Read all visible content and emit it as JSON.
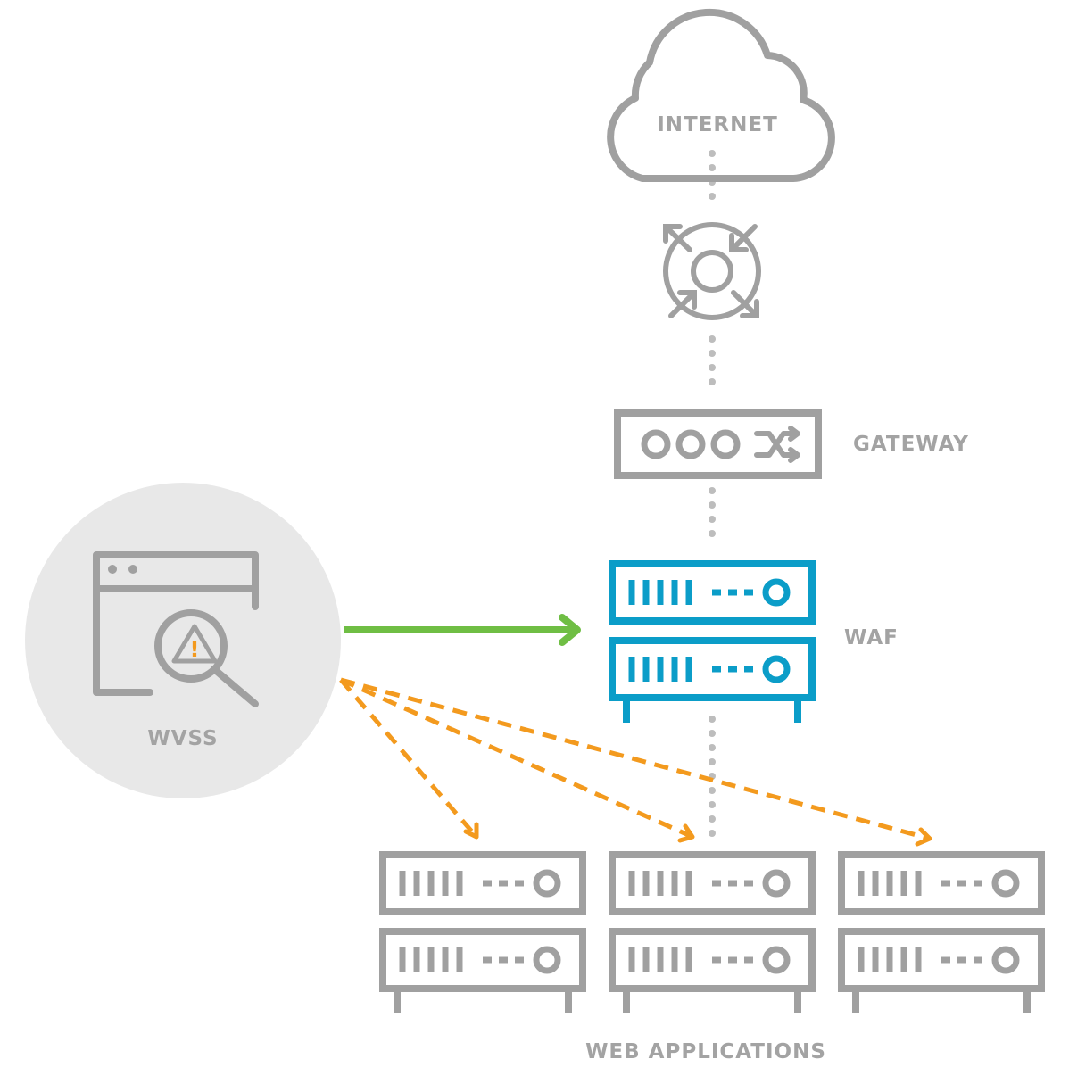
{
  "labels": {
    "internet": "INTERNET",
    "gateway": "GATEWAY",
    "waf": "WAF",
    "wvss": "WVSS",
    "web_applications": "WEB APPLICATIONS"
  },
  "nodes": [
    {
      "id": "internet",
      "icon": "cloud-icon"
    },
    {
      "id": "router",
      "icon": "router-icon"
    },
    {
      "id": "gateway",
      "icon": "gateway-switch-icon"
    },
    {
      "id": "waf",
      "icon": "server-rack-icon"
    },
    {
      "id": "wvss",
      "icon": "browser-scan-warning-icon"
    },
    {
      "id": "web-app-1",
      "icon": "server-rack-icon"
    },
    {
      "id": "web-app-2",
      "icon": "server-rack-icon"
    },
    {
      "id": "web-app-3",
      "icon": "server-rack-icon"
    }
  ],
  "edges": [
    {
      "from": "internet",
      "to": "router",
      "style": "dotted"
    },
    {
      "from": "router",
      "to": "gateway",
      "style": "dotted"
    },
    {
      "from": "gateway",
      "to": "waf",
      "style": "dotted"
    },
    {
      "from": "waf",
      "to": "web-app-2",
      "style": "dotted"
    },
    {
      "from": "wvss",
      "to": "waf",
      "style": "solid-arrow"
    },
    {
      "from": "wvss",
      "to": "web-app-1",
      "style": "dashed-arrow"
    },
    {
      "from": "wvss",
      "to": "web-app-2",
      "style": "dashed-arrow"
    },
    {
      "from": "wvss",
      "to": "web-app-3",
      "style": "dashed-arrow"
    }
  ],
  "colors": {
    "gray": "#a0a0a0",
    "blue": "#0b9dc8",
    "green": "#6fbe44",
    "orange": "#f39a1e",
    "circle_bg": "#e8e8e8"
  }
}
